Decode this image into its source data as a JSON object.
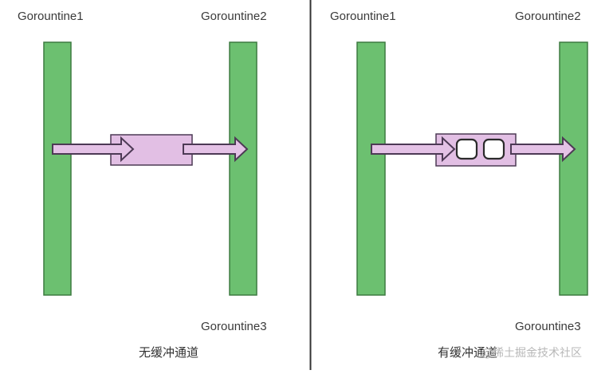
{
  "left_panel": {
    "top_left_label": "Gorountine1",
    "top_right_label": "Gorountine2",
    "bottom_right_label": "Gorountine3",
    "caption": "无缓冲通道"
  },
  "right_panel": {
    "top_left_label": "Gorountine1",
    "top_right_label": "Gorountine2",
    "bottom_right_label": "Gorountine3",
    "caption": "有缓冲通道",
    "buffer_slots": 2
  },
  "watermark": "@稀土掘金技术社区",
  "colors": {
    "goroutine_bar": "#6cc070",
    "goroutine_border": "#3d7a40",
    "channel": "#e2bfe4",
    "arrow": "#e4c2e6",
    "outline": "#4d3a55",
    "divider": "#333333"
  }
}
